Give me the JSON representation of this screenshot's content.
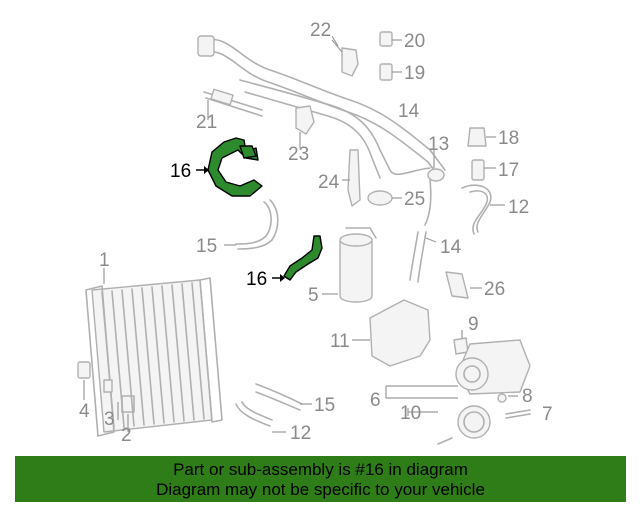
{
  "callouts": {
    "c1": "1",
    "c2": "2",
    "c3": "3",
    "c4": "4",
    "c5": "5",
    "c6": "6",
    "c7": "7",
    "c8": "8",
    "c9": "9",
    "c10": "10",
    "c11": "11",
    "c12a": "12",
    "c12b": "12",
    "c13": "13",
    "c14a": "14",
    "c14b": "14",
    "c15a": "15",
    "c15b": "15",
    "c16a": "16",
    "c16b": "16",
    "c17": "17",
    "c18": "18",
    "c19": "19",
    "c20": "20",
    "c21": "21",
    "c22": "22",
    "c23": "23",
    "c24": "24",
    "c25": "25",
    "c26": "26"
  },
  "highlighted_part": "16",
  "colors": {
    "highlight": "#2d8a2d",
    "banner": "#2e7d18",
    "line_art": "#b0b0b0"
  },
  "banner": {
    "line1": "Part or sub-assembly is #16 in diagram",
    "line2": "Diagram may not be specific to your vehicle"
  }
}
